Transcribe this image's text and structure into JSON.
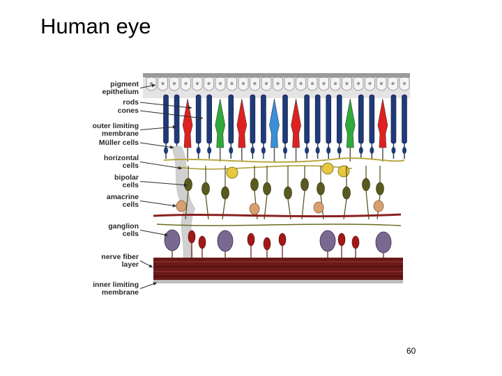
{
  "slide": {
    "title": "Human eye",
    "page_number": "60"
  },
  "figure": {
    "labels": [
      {
        "id": "pigment-epithelium",
        "lines": [
          "pigment",
          "epithelium"
        ]
      },
      {
        "id": "rods",
        "lines": [
          "rods"
        ]
      },
      {
        "id": "cones",
        "lines": [
          "cones"
        ]
      },
      {
        "id": "outer-limiting-membrane",
        "lines": [
          "outer limiting",
          "membrane"
        ]
      },
      {
        "id": "muller-cells",
        "lines": [
          "Müller cells"
        ]
      },
      {
        "id": "horizontal-cells",
        "lines": [
          "horizontal",
          "cells"
        ]
      },
      {
        "id": "bipolar-cells",
        "lines": [
          "bipolar",
          "cells"
        ]
      },
      {
        "id": "amacrine-cells",
        "lines": [
          "amacrine",
          "cells"
        ]
      },
      {
        "id": "ganglion-cells",
        "lines": [
          "ganglion",
          "cells"
        ]
      },
      {
        "id": "nerve-fiber-layer",
        "lines": [
          "nerve fiber",
          "layer"
        ]
      },
      {
        "id": "inner-limiting-membrane",
        "lines": [
          "inner limiting",
          "membrane"
        ]
      }
    ],
    "colors": {
      "rod": "#1f3a78",
      "cone_red": "#e02020",
      "cone_green": "#2faa3a",
      "cone_blue": "#3a8fd8",
      "horizontal_cell": "#e8c840",
      "bipolar_cell": "#5a5a20",
      "amacrine_cell": "#d8a070",
      "ganglion_cell": "#7a6890",
      "ganglion_red": "#a01818",
      "nerve_fiber": "#6a1818",
      "epithelium": "#c8c8c8"
    },
    "receptor_sequence": [
      "rod",
      "rod",
      "cone_red",
      "rod",
      "rod",
      "cone_green",
      "rod",
      "cone_red",
      "rod",
      "rod",
      "cone_blue",
      "rod",
      "cone_red",
      "rod",
      "rod",
      "rod",
      "rod",
      "cone_green",
      "rod",
      "rod",
      "cone_red",
      "rod",
      "rod"
    ]
  }
}
